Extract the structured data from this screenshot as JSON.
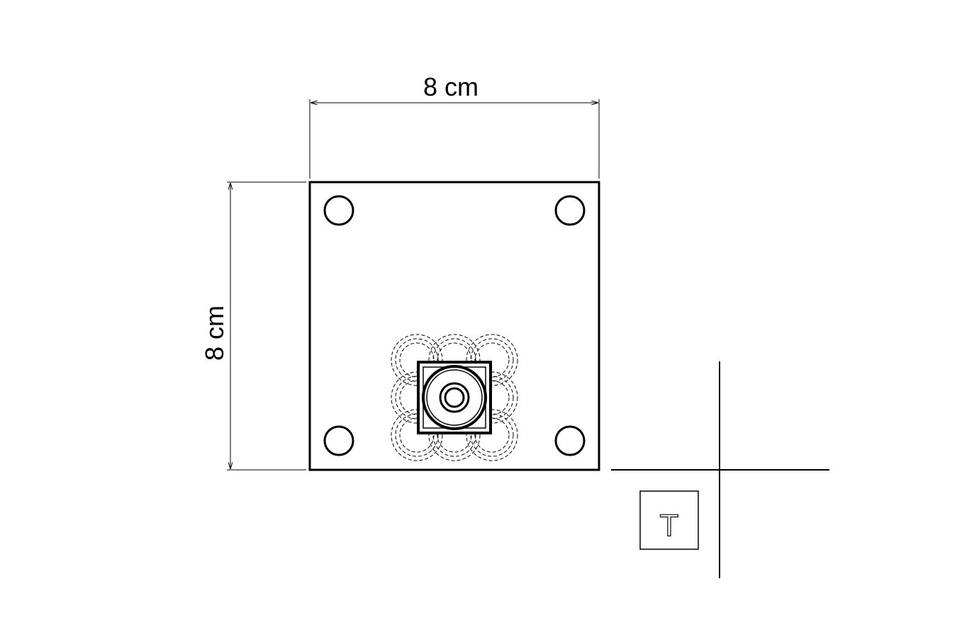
{
  "diagram": {
    "width_label": "8 cm",
    "height_label": "8 cm",
    "view_label": "T",
    "colors": {
      "stroke": "#000000",
      "background": "#ffffff"
    }
  }
}
